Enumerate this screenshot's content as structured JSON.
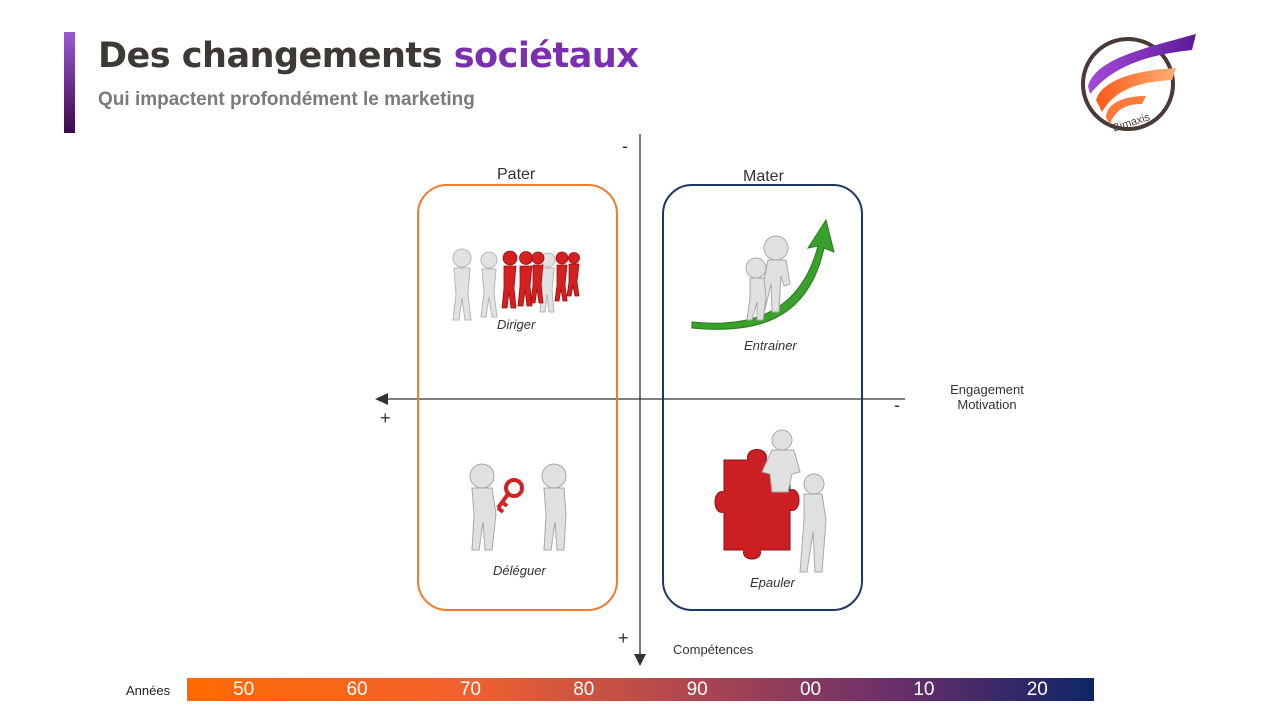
{
  "header": {
    "title_main": "Des changements",
    "title_highlight": "sociétaux",
    "subtitle": "Qui impactent profondément le marketing"
  },
  "logo": {
    "text": "Bimaxis",
    "icon": "bimaxis-logo"
  },
  "axes": {
    "vertical_top_sign": "-",
    "vertical_bottom_sign": "+",
    "vertical_label": "Compétences",
    "horizontal_left_sign": "+",
    "horizontal_right_sign": "-",
    "horizontal_label_line1": "Engagement",
    "horizontal_label_line2": "Motivation"
  },
  "groups": {
    "left": {
      "title": "Pater",
      "border_color": "#ed7d31"
    },
    "right": {
      "title": "Mater",
      "border_color": "#1f3864"
    }
  },
  "quadrants": {
    "top_left": {
      "label": "Diriger",
      "icon": "people-line-icon"
    },
    "top_right": {
      "label": "Entrainer",
      "icon": "climbing-arrow-icon"
    },
    "bottom_left": {
      "label": "Déléguer",
      "icon": "key-handover-icon"
    },
    "bottom_right": {
      "label": "Epauler",
      "icon": "puzzle-help-icon"
    }
  },
  "timeline": {
    "label": "Années",
    "years": [
      "50",
      "60",
      "70",
      "80",
      "90",
      "00",
      "10",
      "20"
    ],
    "colors": {
      "start": "#ff6a00",
      "end": "#0e2566"
    }
  }
}
